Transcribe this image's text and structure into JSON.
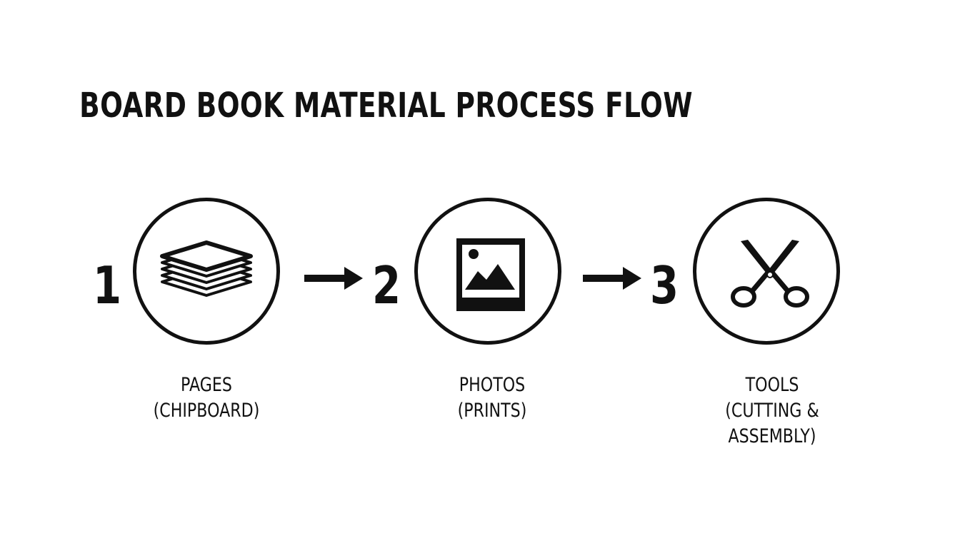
{
  "title": "BOARD BOOK MATERIAL PROCESS FLOW",
  "steps": [
    {
      "number": "1",
      "icon": "stacked-pages-icon",
      "label_line1": "PAGES",
      "label_line2": "(CHIPBOARD)",
      "label_line3": ""
    },
    {
      "number": "2",
      "icon": "photo-print-icon",
      "label_line1": "PHOTOS",
      "label_line2": "(PRINTS)",
      "label_line3": ""
    },
    {
      "number": "3",
      "icon": "scissors-icon",
      "label_line1": "TOOLS",
      "label_line2": "(CUTTING &",
      "label_line3": "ASSEMBLY)"
    }
  ],
  "colors": {
    "ink": "#111111",
    "background": "#ffffff"
  }
}
